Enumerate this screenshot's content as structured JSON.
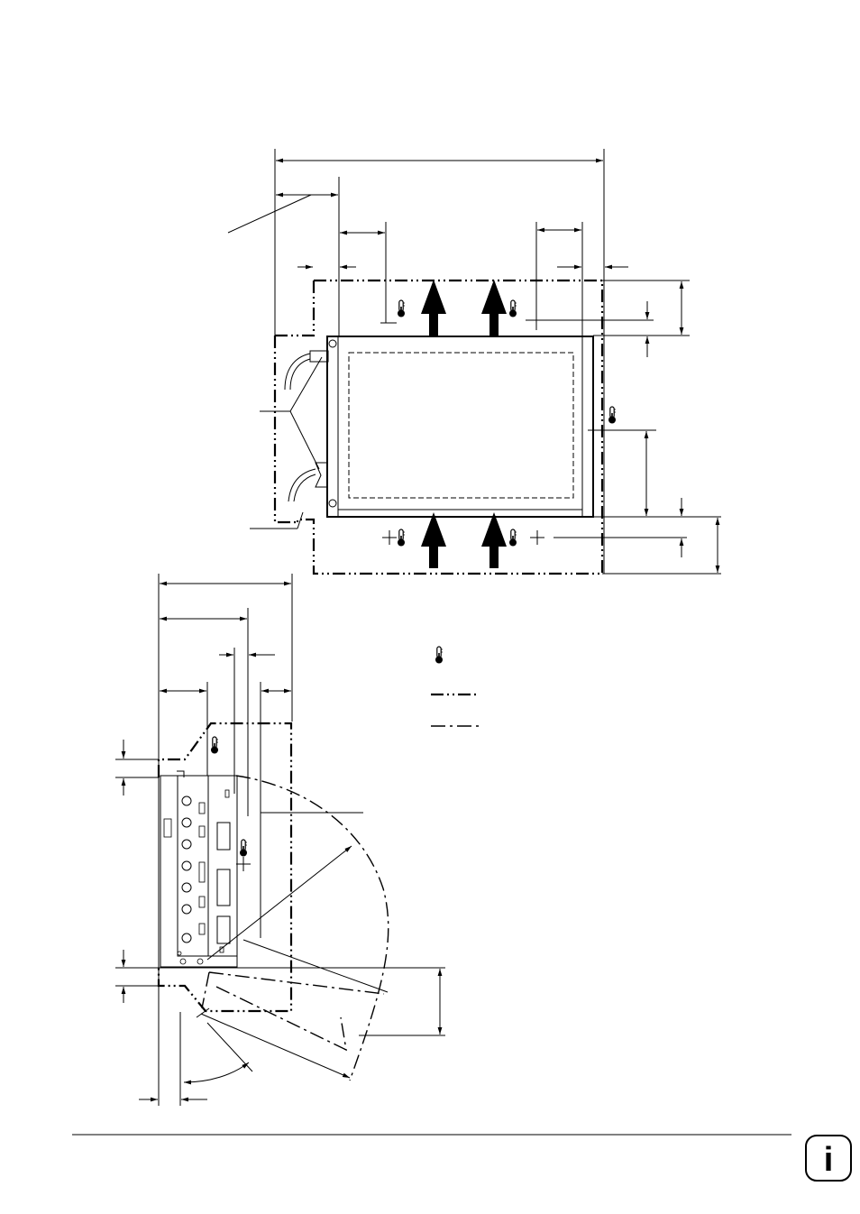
{
  "figure": {
    "type": "mechanical-installation-drawing",
    "legend": {
      "items": [
        {
          "symbol": "thermometer-icon",
          "label": ""
        },
        {
          "symbol": "dash-dot-dot-line",
          "label": ""
        },
        {
          "symbol": "dash-dot-line",
          "label": ""
        }
      ]
    }
  },
  "footer": {
    "badge_letter": "i",
    "badge_icon": "info-icon"
  },
  "colors": {
    "ink": "#000000",
    "paper": "#ffffff"
  }
}
